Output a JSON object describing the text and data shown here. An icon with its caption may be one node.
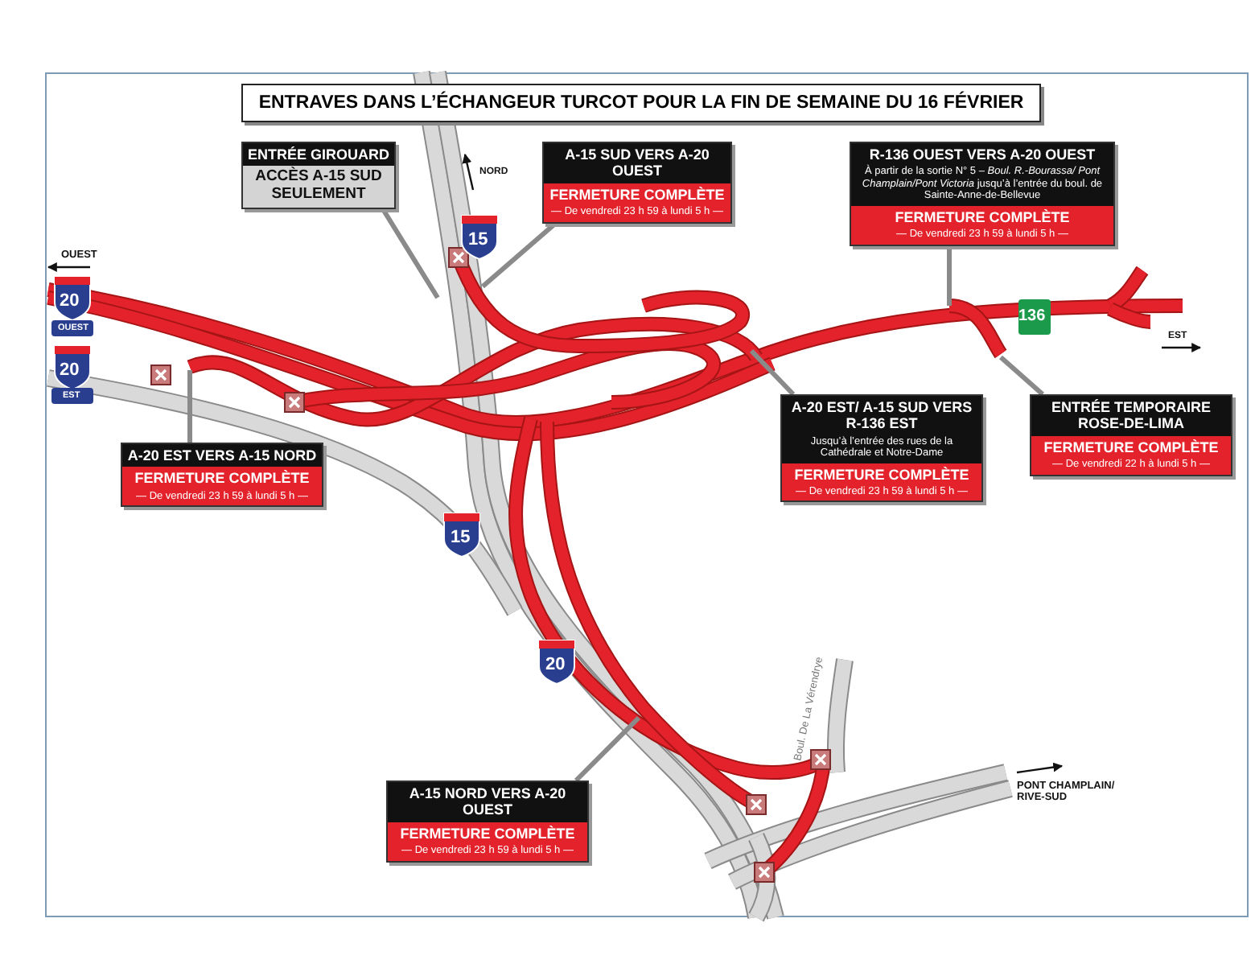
{
  "diagram": {
    "title": "ENTRAVES DANS L’ÉCHANGEUR TURCOT POUR LA FIN DE SEMAINE DU 16 FÉVRIER",
    "nodes": [
      {
        "text": [
          "ENTRÉE GIROUARD",
          "ACCÈS A-15 SUD SEULEMENT"
        ]
      },
      {
        "text": [
          "A-15 SUD VERS A-20 OUEST",
          "FERMETURE COMPLÈTE",
          "— De vendredi 23 h 59 à lundi 5 h —"
        ]
      },
      {
        "text": [
          "R-136 OUEST VERS A-20 OUEST",
          "À partir de la sortie N° 5 – *Boul. R.-Bourassa/ Pont Champlain/Pont Victoria* jusqu’à l’entrée du boul. de Sainte-Anne-de-Bellevue",
          "FERMETURE COMPLÈTE",
          "— De vendredi 23 h 59 à lundi 5 h —"
        ]
      },
      {
        "text": [
          "A-20 EST VERS A-15 NORD",
          "FERMETURE COMPLÈTE",
          "— De vendredi 23 h 59 à lundi 5 h —"
        ]
      },
      {
        "text": [
          "A-20 EST/ A-15 SUD VERS R-136 EST",
          "Jusqu’à l’entrée des rues de la Cathédrale et Notre-Dame",
          "FERMETURE COMPLÈTE",
          "— De vendredi 23 h 59 à lundi 5 h —"
        ]
      },
      {
        "text": [
          "ENTRÉE TEMPORAIRE ROSE-DE-LIMA",
          "FERMETURE COMPLÈTE",
          "— De vendredi 22 h à lundi 5 h —"
        ]
      },
      {
        "text": [
          "A-15 NORD VERS A-20 OUEST",
          "FERMETURE COMPLÈTE",
          "— De vendredi 23 h 59 à lundi 5 h —"
        ]
      }
    ],
    "edges": [
      {
        "from": 0,
        "to": null,
        "arrow": "none"
      },
      {
        "from": 1,
        "to": null,
        "arrow": "none"
      },
      {
        "from": 2,
        "to": null,
        "arrow": "none"
      },
      {
        "from": 3,
        "to": null,
        "arrow": "none"
      },
      {
        "from": 4,
        "to": null,
        "arrow": "none"
      },
      {
        "from": 5,
        "to": null,
        "arrow": "none"
      },
      {
        "from": 6,
        "to": null,
        "arrow": "none"
      }
    ],
    "labels": [
      "NORD",
      "15",
      "OUEST",
      "20",
      "OUEST",
      "136",
      "EST",
      "20",
      "EST",
      "15",
      "20",
      "Boul. De La Vérendrye",
      "PONT CHAMPLAIN/ RIVE-SUD"
    ]
  }
}
